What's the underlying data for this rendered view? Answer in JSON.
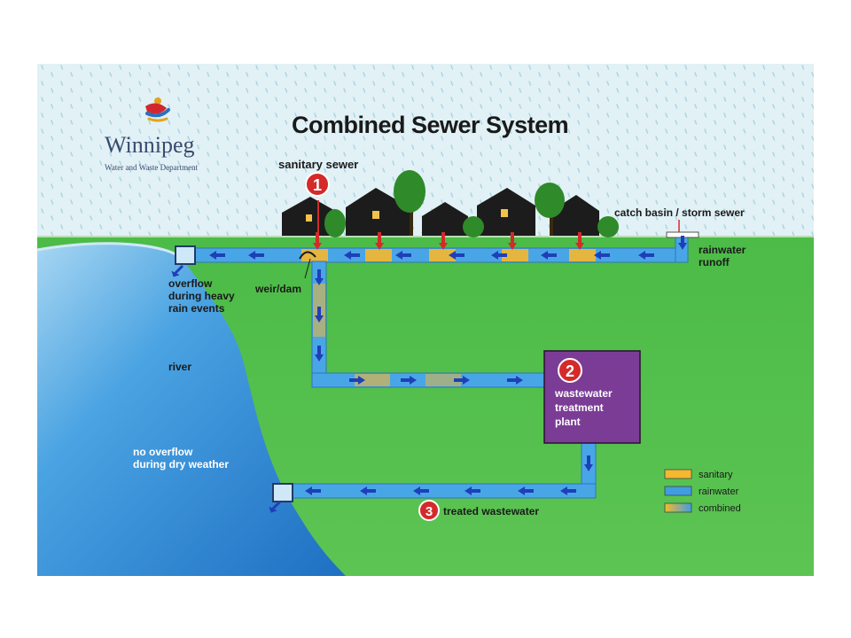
{
  "title": "Combined Sewer System",
  "logo": {
    "name": "Winnipeg",
    "subtitle": "Water and Waste Department"
  },
  "labels": {
    "sanitary_sewer": "sanitary sewer",
    "catch_basin": "catch basin / storm sewer",
    "rainwater_runoff_1": "rainwater",
    "rainwater_runoff_2": "runoff",
    "overflow_1": "overflow",
    "overflow_2": "during heavy",
    "overflow_3": "rain events",
    "weir": "weir/dam",
    "river": "river",
    "no_overflow_1": "no overflow",
    "no_overflow_2": "during dry weather",
    "plant_1": "wastewater",
    "plant_2": "treatment",
    "plant_3": "plant",
    "treated": "treated wastewater"
  },
  "markers": [
    "1",
    "2",
    "3"
  ],
  "legend": [
    {
      "label": "sanitary",
      "color": "#f5b82e"
    },
    {
      "label": "rainwater",
      "color": "#3f9ee0"
    },
    {
      "label": "combined",
      "color": "gradient"
    }
  ],
  "colors": {
    "sky": "#dff0f4",
    "grass": "#4fb84a",
    "river": "#2e8fd6",
    "pipe_rain": "#49a6e6",
    "pipe_sanitary": "#f5b82e",
    "arrow": "#1f3fb8",
    "plant": "#7b3c96",
    "marker": "#d42a2a"
  }
}
